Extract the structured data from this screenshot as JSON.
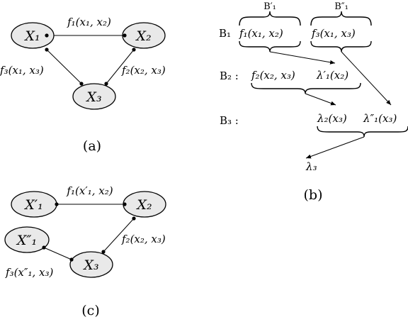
{
  "panel_a": {
    "caption": "(a)",
    "nodes": {
      "x1": "X₁",
      "x2": "X₂",
      "x3": "X₃"
    },
    "edges": {
      "f1": "f₁(x₁, x₂)",
      "f2": "f₂(x₂, x₃)",
      "f3": "f₃(x₁, x₃)"
    }
  },
  "panel_b": {
    "caption": "(b)",
    "bucket_labels": {
      "b1": "B₁",
      "b2": "B₂ :",
      "b3": "B₃ :"
    },
    "mini_bucket_labels": {
      "b1_prime": "B′₁",
      "b1_double_prime": "B″₁"
    },
    "functions": {
      "b1_f1": "f₁(x₁, x₂)",
      "b1_f3": "f₃(x₁, x₃)",
      "b2_f2": "f₂(x₂, x₃)",
      "b2_lambda1p": "λ′₁(x₂)",
      "b3_lambda2": "λ₂(x₃)",
      "b3_lambda1pp": "λ″₁(x₃)",
      "final_lambda3": "λ₃"
    }
  },
  "panel_c": {
    "caption": "(c)",
    "nodes": {
      "x1p": "X′₁",
      "x1pp": "X″₁",
      "x2": "X₂",
      "x3": "X₃"
    },
    "edges": {
      "f1": "f₁(x′₁, x₂)",
      "f2": "f₂(x₂, x₃)",
      "f3": "f₃(x″₁, x₃)"
    }
  }
}
